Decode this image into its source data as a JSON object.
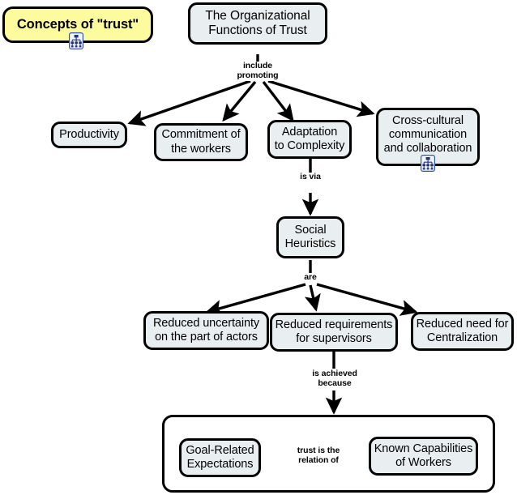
{
  "diagram": {
    "type": "concept-map",
    "title": "Concepts of \"trust\" — The Organizational Functions of Trust",
    "colors": {
      "root_fill": "#fcfb9e",
      "node_fill": "#e9eff1",
      "group_fill": "#ffffff",
      "stroke": "#000000",
      "text": "#000000",
      "icon_accent": "#2b3a8f"
    }
  },
  "nodes": {
    "concepts_of_trust": {
      "label": "Concepts of \"trust\"",
      "icon": "concept-map-icon"
    },
    "organizational_functions": {
      "label": "The Organizational\nFunctions of Trust",
      "line1": "The Organizational",
      "line2": "Functions of Trust"
    },
    "productivity": {
      "label": "Productivity"
    },
    "commitment": {
      "line1": "Commitment of",
      "line2": "the workers"
    },
    "adaptation": {
      "line1": "Adaptation",
      "line2": "to Complexity"
    },
    "cross_cultural": {
      "line1": "Cross-cultural",
      "line2": "communication",
      "line3": "and collaboration",
      "icon": "concept-map-icon"
    },
    "social_heuristics": {
      "line1": "Social",
      "line2": "Heuristics"
    },
    "reduced_uncertainty": {
      "line1": "Reduced uncertainty",
      "line2": "on the part of actors"
    },
    "reduced_requirements": {
      "line1": "Reduced requirements",
      "line2": "for supervisors"
    },
    "reduced_centralization": {
      "line1": "Reduced need for",
      "line2": "Centralization"
    },
    "goal_related": {
      "line1": "Goal-Related",
      "line2": "Expectations"
    },
    "known_capabilities": {
      "line1": "Known Capabilities",
      "line2": "of Workers"
    }
  },
  "edge_labels": {
    "include_promoting": {
      "line1": "include",
      "line2": "promoting"
    },
    "is_via": {
      "line1": "is via"
    },
    "are": {
      "line1": "are"
    },
    "is_achieved_because": {
      "line1": "is achieved",
      "line2": "because"
    },
    "trust_is_the_relation_of": {
      "line1": "trust is the",
      "line2": "relation of"
    }
  },
  "edges": [
    {
      "from": "organizational_functions",
      "to": "productivity",
      "label": "include promoting"
    },
    {
      "from": "organizational_functions",
      "to": "commitment",
      "label": "include promoting"
    },
    {
      "from": "organizational_functions",
      "to": "adaptation",
      "label": "include promoting"
    },
    {
      "from": "organizational_functions",
      "to": "cross_cultural",
      "label": "include promoting"
    },
    {
      "from": "adaptation",
      "to": "social_heuristics",
      "label": "is via"
    },
    {
      "from": "social_heuristics",
      "to": "reduced_uncertainty",
      "label": "are"
    },
    {
      "from": "social_heuristics",
      "to": "reduced_requirements",
      "label": "are"
    },
    {
      "from": "social_heuristics",
      "to": "reduced_centralization",
      "label": "are"
    },
    {
      "from": "reduced_requirements",
      "to": "trust_group",
      "label": "is achieved because"
    },
    {
      "from": "known_capabilities",
      "to": "goal_related",
      "label": "trust is the relation of",
      "bidirectional": true
    }
  ]
}
